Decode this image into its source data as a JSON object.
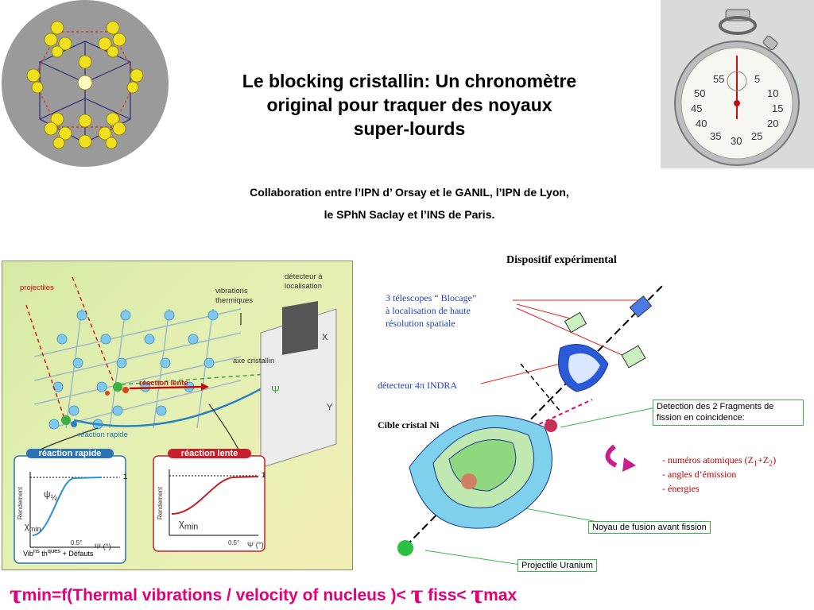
{
  "title_lines": [
    "Le blocking cristallin: Un chronomètre",
    "original pour traquer des noyaux",
    "super-lourds"
  ],
  "subtitle_lines": [
    "Collaboration entre l’IPN d’ Orsay et le GANIL, l’IPN de Lyon,",
    "le SPhN Saclay et l’INS de Paris."
  ],
  "stopwatch": {
    "dial_numbers": [
      "55",
      "5",
      "50",
      "10",
      "45",
      "15",
      "40",
      "20",
      "35",
      "30",
      "25"
    ]
  },
  "left_figure": {
    "projectiles": "projectiles",
    "vibrations_1": "vibrations",
    "vibrations_2": "thermiques",
    "detector_1": "détecteur à",
    "detector_2": "localisation",
    "axis": "axe cristallin",
    "slow": "réaction lente",
    "fast": "réaction rapide",
    "x_axis": "X",
    "y_axis": "Y",
    "psi": "Ψ",
    "panel_fast": "réaction rapide",
    "panel_slow": "réaction lente",
    "yield": "Rendement",
    "one": "1",
    "psi_half": "ψ",
    "half": "½",
    "chi": "χ",
    "min": "min",
    "angle": "0.5°",
    "psi_deg": "Ψ (°)",
    "vib_text": "Vib",
    "ns": "ns",
    "th": " th",
    "ques": "ques",
    "defects": " + Défauts"
  },
  "right_figure": {
    "heading": "Dispositif expérimental",
    "telescopes_1": "3 télescopes “ Blocage”",
    "telescopes_2": "à localisation de haute",
    "telescopes_3": "résolution spatiale",
    "indra": "détecteur 4π INDRA",
    "target": "Cible cristal Ni",
    "detection_1": "Detection des 2  Fragments de",
    "detection_2": "fission en coincidence:",
    "bullet_1": "- numéros atomiques (Z",
    "sub1": "1",
    "plusz": "+Z",
    "sub2": "2",
    "close": ")",
    "bullet_2": "- angles d’émission",
    "bullet_3": "- énergies",
    "nucleus": "Noyau de fusion avant fission",
    "projectile": "Projectile Uranium"
  },
  "formula": {
    "tau": "τ",
    "part1": "min=f(Thermal vibrations / velocity of nucleus )< ",
    "part2": " fiss< ",
    "part3": "max"
  },
  "colors": {
    "accent": "#e0007a",
    "blue_text": "#1f3fbf",
    "red_text": "#c00000",
    "panel_blue": "#2a73b8",
    "panel_red": "#c8202a"
  }
}
